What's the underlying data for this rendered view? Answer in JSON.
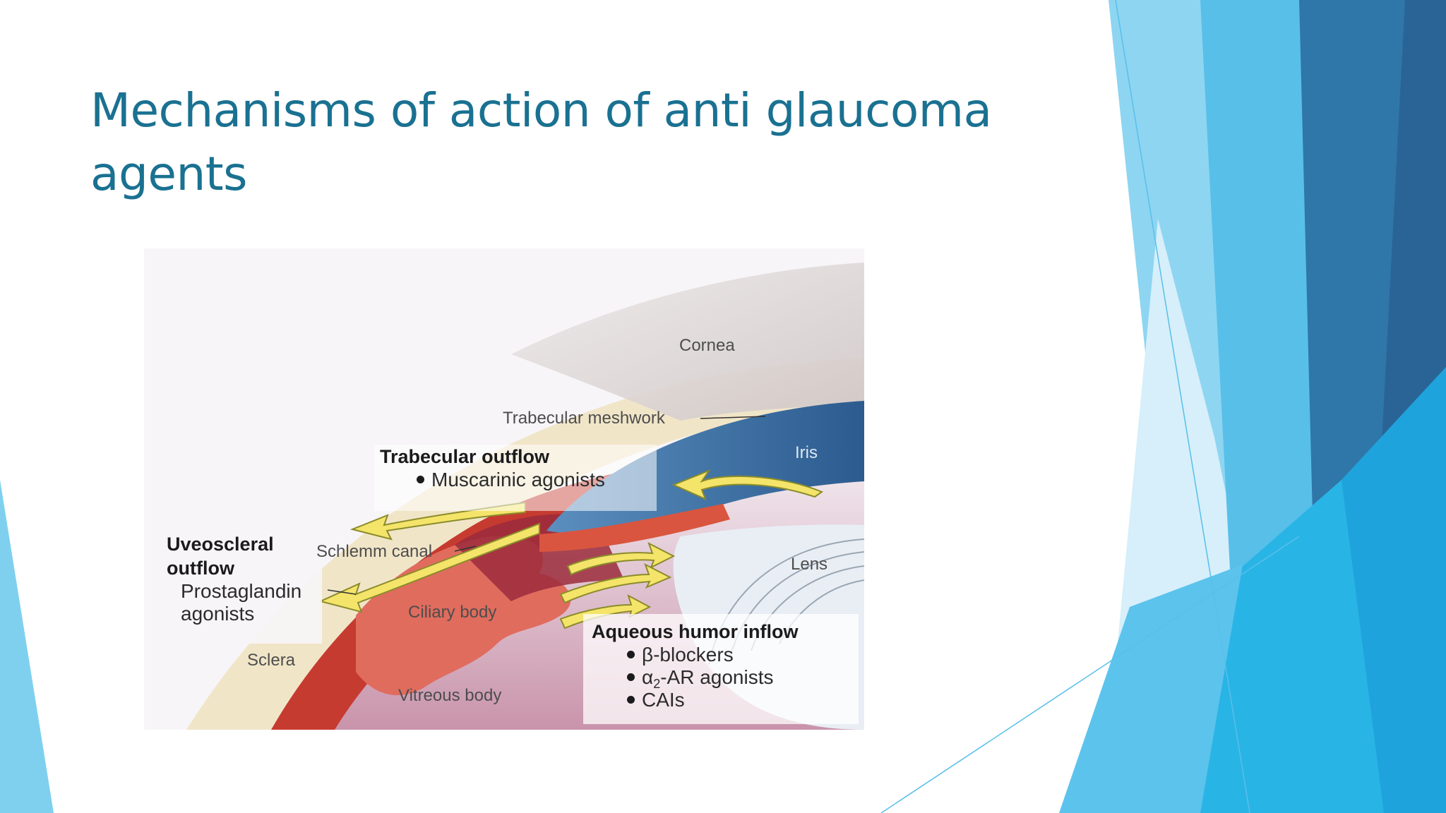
{
  "slide": {
    "title": "Mechanisms of action of anti glaucoma agents"
  },
  "diagram": {
    "anatomy": {
      "cornea": "Cornea",
      "trabecular_meshwork": "Trabecular meshwork",
      "iris": "Iris",
      "schlemm_canal": "Schlemm canal",
      "lens": "Lens",
      "ciliary_body": "Ciliary body",
      "sclera": "Sclera",
      "vitreous_body": "Vitreous body"
    },
    "trabecular_outflow": {
      "heading": "Trabecular outflow",
      "items": [
        "Muscarinic agonists"
      ]
    },
    "uveoscleral_outflow": {
      "heading_line1": "Uveoscleral",
      "heading_line2": "outflow",
      "item_line1": "Prostaglandin",
      "item_line2": "agonists"
    },
    "aqueous_inflow": {
      "heading": "Aqueous humor inflow",
      "beta_blockers": "β-blockers",
      "alpha_symbol": "α",
      "alpha_subscript": "2",
      "alpha_rest": "-AR agonists",
      "cais": "CAIs"
    }
  },
  "theme": {
    "title_color": "#1a7191",
    "accent_light": "#7fd0ef",
    "accent_mid": "#27aee2",
    "accent_dark": "#2b6fa1"
  }
}
